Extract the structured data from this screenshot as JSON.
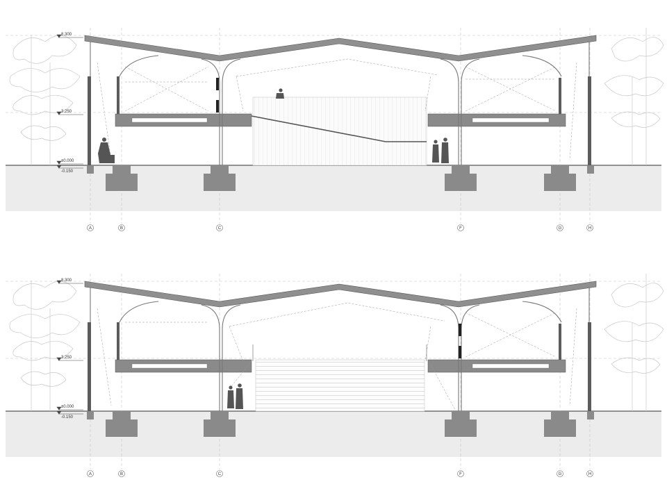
{
  "drawing": {
    "sections": [
      {
        "id": "section-1",
        "levels": {
          "roof": "8.300",
          "floor": "3.250",
          "ground": "±0.000",
          "base": "-0.150"
        },
        "grid_axes": [
          "A",
          "B",
          "C",
          "F",
          "G",
          "H"
        ]
      },
      {
        "id": "section-2",
        "levels": {
          "roof": "8.300",
          "floor": "3.250",
          "ground": "±0.000",
          "base": "-0.150"
        },
        "grid_axes": [
          "A",
          "B",
          "C",
          "F",
          "G",
          "H"
        ]
      }
    ],
    "colors": {
      "ground_fill": "#e9e9e9",
      "structure_fill": "#8a8a8a",
      "roof_stroke": "#6f6f6f",
      "tree_stroke": "#c4c4c4",
      "grid_dash": "#b9b9b9"
    },
    "icons": [
      "tree-left-icon",
      "tree-right-icon",
      "person-silhouette-icon",
      "level-marker-icon"
    ]
  }
}
